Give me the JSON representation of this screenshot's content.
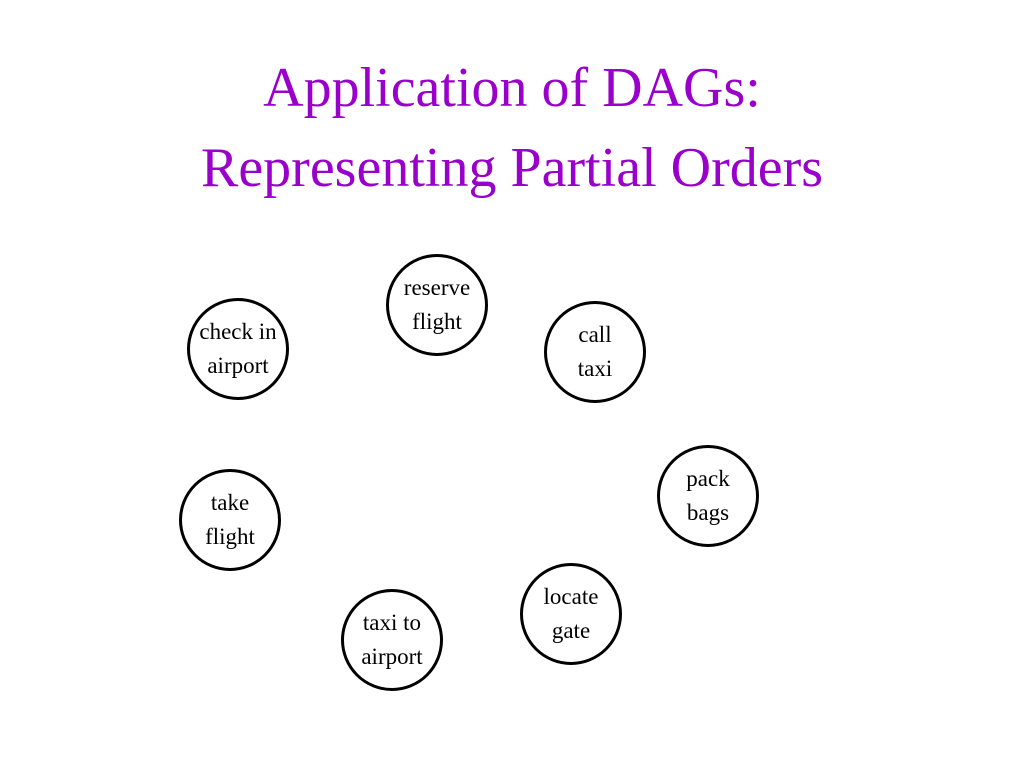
{
  "title": {
    "line1": "Application of DAGs:",
    "line2": "Representing Partial Orders",
    "color": "#9900cc"
  },
  "nodes": [
    {
      "id": "reserve-flight",
      "lines": [
        "reserve",
        "flight"
      ]
    },
    {
      "id": "check-in-airport",
      "lines": [
        "check in",
        "airport"
      ]
    },
    {
      "id": "call-taxi",
      "lines": [
        "call",
        "taxi"
      ]
    },
    {
      "id": "pack-bags",
      "lines": [
        "pack",
        "bags"
      ]
    },
    {
      "id": "take-flight",
      "lines": [
        "take",
        "flight"
      ]
    },
    {
      "id": "locate-gate",
      "lines": [
        "locate",
        "gate"
      ]
    },
    {
      "id": "taxi-to-airport",
      "lines": [
        "taxi to",
        "airport"
      ]
    }
  ]
}
